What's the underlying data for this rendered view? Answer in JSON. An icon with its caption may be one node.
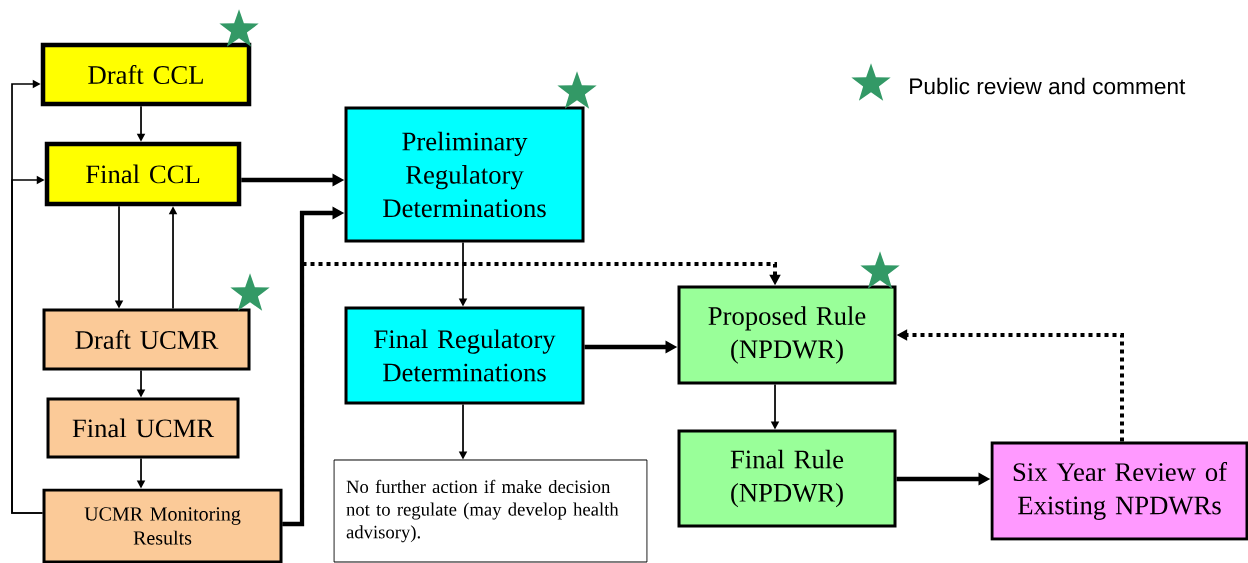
{
  "diagram": {
    "nodes": [
      {
        "text": [
          "Draft CCL"
        ]
      },
      {
        "text": [
          "Final CCL"
        ]
      },
      {
        "text": [
          "Draft UCMR"
        ]
      },
      {
        "text": [
          "Final UCMR"
        ]
      },
      {
        "text": [
          "UCMR Monitoring Results"
        ]
      },
      {
        "text": [
          "Preliminary Regulatory Determinations"
        ]
      },
      {
        "text": [
          "Final Regulatory Determinations"
        ]
      },
      {
        "text": [
          "No further action if make decision not to regulate (may develop health advisory)."
        ]
      },
      {
        "text": [
          "Proposed Rule (NPDWR)"
        ]
      },
      {
        "text": [
          "Final Rule (NPDWR)"
        ]
      },
      {
        "text": [
          "Six Year Review of Existing NPDWRs"
        ]
      }
    ],
    "edges": [
      {
        "from": 0,
        "to": 1,
        "arrow": "to"
      },
      {
        "from": 1,
        "to": 2,
        "arrow": "to"
      },
      {
        "from": 2,
        "to": 1,
        "arrow": "to"
      },
      {
        "from": 2,
        "to": 3,
        "arrow": "to"
      },
      {
        "from": 3,
        "to": 4,
        "arrow": "to"
      },
      {
        "from": 4,
        "to": 0,
        "arrow": "to"
      },
      {
        "from": 4,
        "to": 1,
        "arrow": "to"
      },
      {
        "from": 1,
        "to": 5,
        "arrow": "to",
        "style": "thick"
      },
      {
        "from": 4,
        "to": 5,
        "arrow": "to",
        "style": "thick"
      },
      {
        "from": 4,
        "to": 8,
        "arrow": "to",
        "style": "dashed"
      },
      {
        "from": 5,
        "to": 6,
        "arrow": "to"
      },
      {
        "from": 6,
        "to": 8,
        "arrow": "to",
        "style": "thick"
      },
      {
        "from": 6,
        "to": 7,
        "arrow": "to"
      },
      {
        "from": 8,
        "to": 9,
        "arrow": "to"
      },
      {
        "from": 9,
        "to": 10,
        "arrow": "to",
        "style": "thick"
      },
      {
        "from": 10,
        "to": 8,
        "arrow": "to",
        "style": "dashed"
      }
    ],
    "legend": [
      {
        "text": "Public review and comment"
      }
    ]
  }
}
